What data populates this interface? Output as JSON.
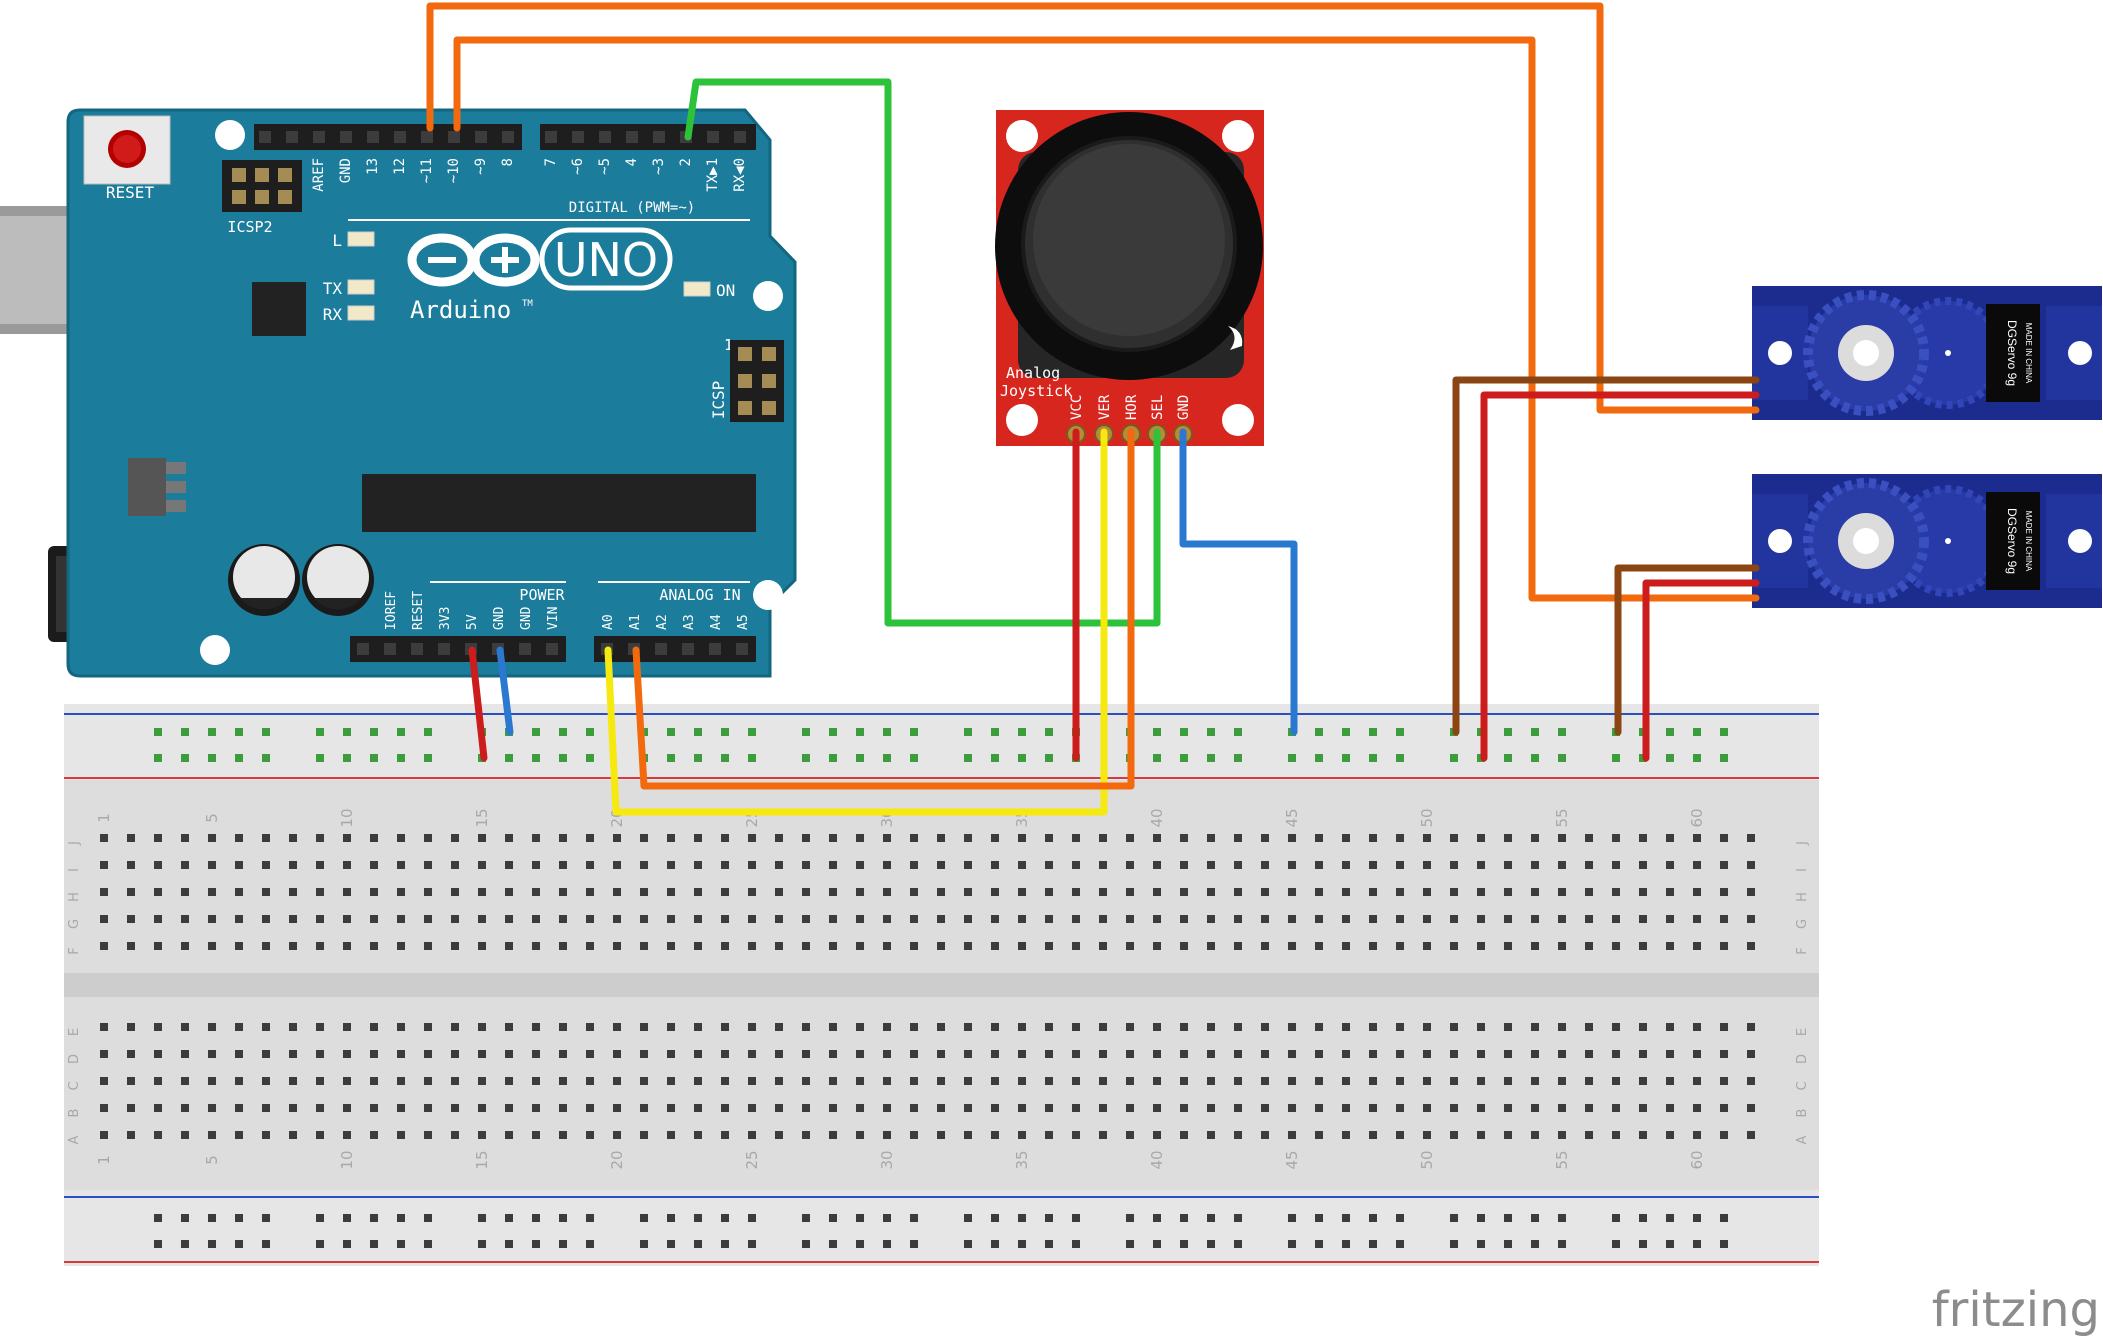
{
  "arduino": {
    "reset": "RESET",
    "icsp2": "ICSP2",
    "icsp": "ICSP",
    "icsp_pin1": "1",
    "digital_label": "DIGITAL (PWM=~)",
    "digital_pins": [
      "AREF",
      "GND",
      "13",
      "12",
      "~11",
      "~10",
      "~9",
      "8",
      "7",
      "~6",
      "~5",
      "4",
      "~3",
      "2",
      "TX▶1",
      "RX◀0"
    ],
    "led_l": "L",
    "led_tx": "TX",
    "led_rx": "RX",
    "led_on": "ON",
    "uno": "UNO",
    "brand": "Arduino",
    "tm": "TM",
    "power_label": "POWER",
    "power_pins": [
      "IOREF",
      "RESET",
      "3V3",
      "5V",
      "GND",
      "GND",
      "VIN"
    ],
    "analog_label": "ANALOG IN",
    "analog_pins": [
      "A0",
      "A1",
      "A2",
      "A3",
      "A4",
      "A5"
    ]
  },
  "joystick": {
    "title_line1": "Analog",
    "title_line2": "Joystick",
    "pins": [
      "VCC",
      "VER",
      "HOR",
      "SEL",
      "GND"
    ]
  },
  "servos": [
    {
      "brand": "DGServo 9g",
      "origin": "MADE IN CHINA"
    },
    {
      "brand": "DGServo 9g",
      "origin": "MADE IN CHINA"
    }
  ],
  "breadboard": {
    "column_numbers": [
      "1",
      "5",
      "10",
      "15",
      "20",
      "25",
      "30",
      "35",
      "40",
      "45",
      "50",
      "55",
      "60"
    ],
    "rows_top": [
      "J",
      "I",
      "H",
      "G",
      "F"
    ],
    "rows_bottom": [
      "E",
      "D",
      "C",
      "B",
      "A"
    ]
  },
  "watermark": "fritzing",
  "colors": {
    "board": "#1a7b9c",
    "joystick_pcb": "#d7261e",
    "servo": "#1a2a8f",
    "breadboard": "#dedede",
    "wire_orange": "#f26a0d",
    "wire_green": "#2cc23a",
    "wire_red": "#cc1c1c",
    "wire_blue": "#2a78d0",
    "wire_yellow": "#f5e90f",
    "wire_brown": "#8b4513"
  }
}
